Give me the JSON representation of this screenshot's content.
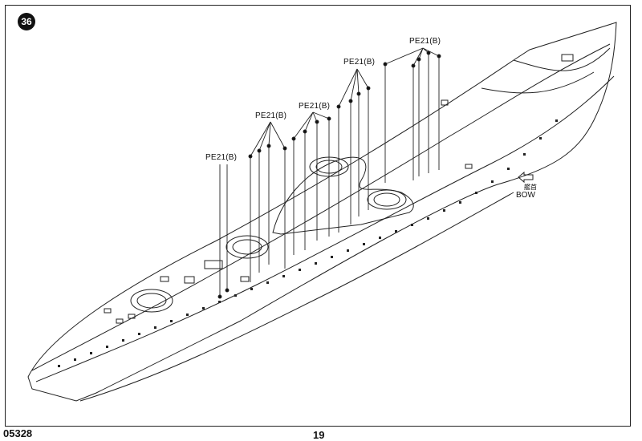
{
  "step": {
    "number": "36"
  },
  "part_labels": [
    "PE21(B)",
    "PE21(B)",
    "PE21(B)",
    "PE21(B)",
    "PE21(B)"
  ],
  "direction": {
    "chinese": "艦首",
    "english": "BOW"
  },
  "footer": {
    "product_code": "05328",
    "page_number": "19"
  }
}
